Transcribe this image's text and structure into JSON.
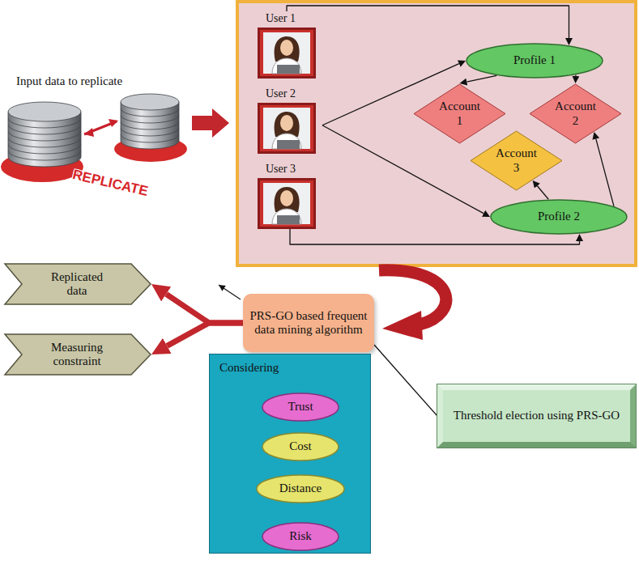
{
  "diagram": {
    "nodes": [
      {
        "text": [
          "User 1"
        ]
      },
      {
        "text": [
          "User 2"
        ]
      },
      {
        "text": [
          "User 3"
        ]
      },
      {
        "text": [
          "Profile 1"
        ]
      },
      {
        "text": [
          "Account 1"
        ]
      },
      {
        "text": [
          "Account 2"
        ]
      },
      {
        "text": [
          "Account 3"
        ]
      },
      {
        "text": [
          "Profile 2"
        ]
      },
      {
        "text": [
          "Replicated data"
        ]
      },
      {
        "text": [
          "Measuring constraint"
        ]
      },
      {
        "text": [
          "PRS-GO based frequent data mining algorithm"
        ]
      },
      {
        "text": [
          "Considering"
        ]
      },
      {
        "text": [
          "Trust"
        ],
        "in": 11
      },
      {
        "text": [
          "Cost"
        ],
        "in": 11
      },
      {
        "text": [
          "Distance"
        ],
        "in": 11
      },
      {
        "text": [
          "Risk"
        ],
        "in": 11
      },
      {
        "text": [
          "Threshold election using PRS-GO"
        ]
      }
    ],
    "edges": [
      {
        "from": 0,
        "to": 3,
        "arrow": "to"
      },
      {
        "from": 1,
        "to": 3,
        "arrow": "to"
      },
      {
        "from": 1,
        "to": 7,
        "arrow": "to"
      },
      {
        "from": 2,
        "to": 7,
        "arrow": "to"
      },
      {
        "from": 3,
        "to": 4,
        "arrow": "to"
      },
      {
        "from": 3,
        "to": 5,
        "arrow": "to"
      },
      {
        "from": 7,
        "to": 6,
        "arrow": "to"
      },
      {
        "from": 7,
        "to": 5,
        "arrow": "to"
      },
      {
        "from": 10,
        "to": 8,
        "arrow": "to"
      },
      {
        "from": 10,
        "to": 9,
        "arrow": "to"
      },
      {
        "from": 16,
        "to": 10,
        "arrow": "none"
      }
    ],
    "labels": [
      "Input data to replicate",
      "REPLICATE"
    ]
  }
}
